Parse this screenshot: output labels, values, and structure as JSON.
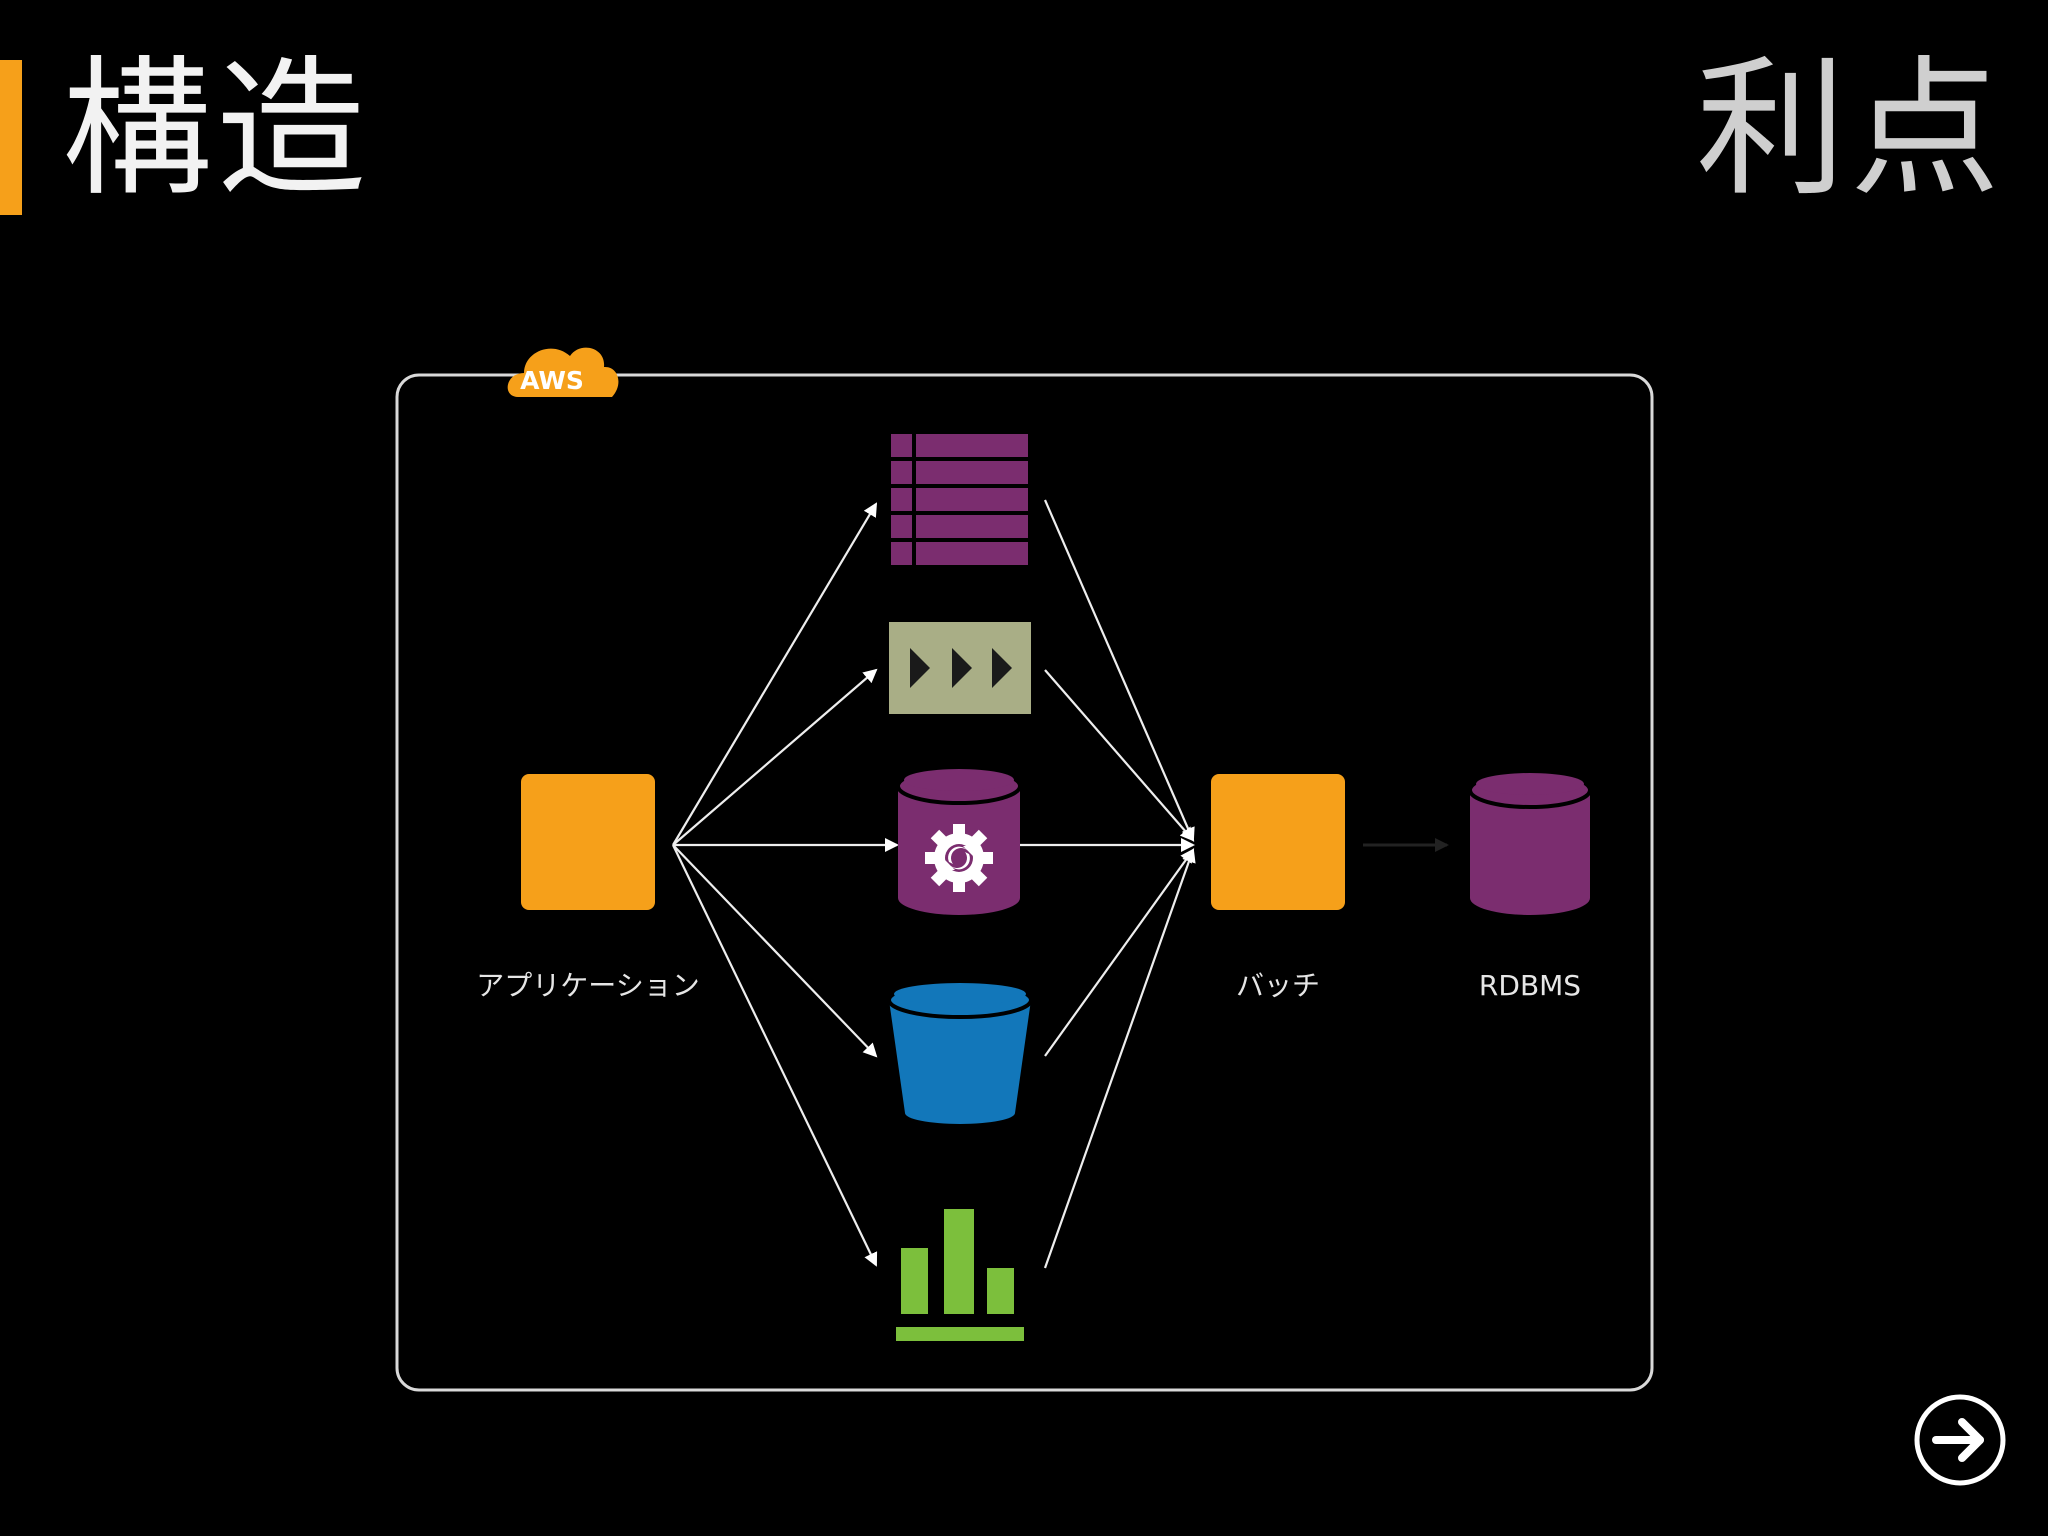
{
  "slide": {
    "title_left": "構造",
    "title_right": "利点"
  },
  "diagram": {
    "container_label": "AWS",
    "nodes": {
      "application": "アプリケーション",
      "batch": "バッチ",
      "rdbms": "RDBMS"
    }
  },
  "colors": {
    "accent": "#f6a01a",
    "purple": "#7b2d6f",
    "sage": "#a9ae86",
    "blue": "#1277ba",
    "green": "#7cbf3c",
    "frame": "#d9d9d9"
  },
  "icons": {
    "table": "table-icon",
    "stream": "stream-icon",
    "db_gear": "database-gear-icon",
    "bucket": "bucket-icon",
    "metrics": "bar-metrics-icon",
    "next": "arrow-right-circle-icon"
  }
}
